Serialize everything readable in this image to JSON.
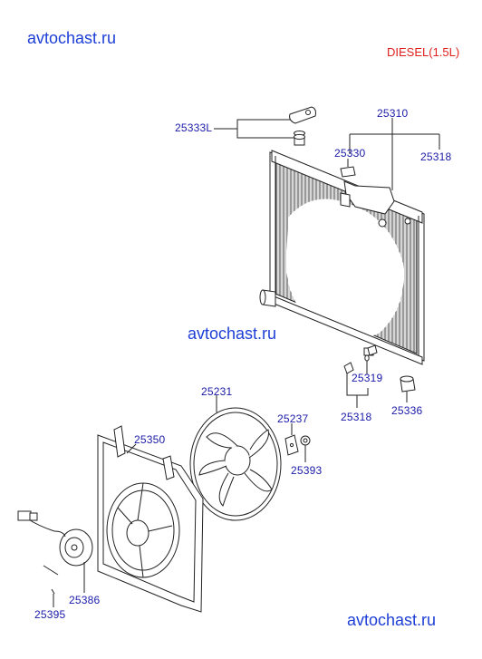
{
  "watermarks": {
    "top_left": "avtochast.ru",
    "middle": "avtochast.ru",
    "bottom_right": "avtochast.ru"
  },
  "variant_label": "DIESEL(1.5L)",
  "part_labels": {
    "p25333L": "25333L",
    "p25310": "25310",
    "p25330": "25330",
    "p25318_top": "25318",
    "p25319": "25319",
    "p25318_bottom": "25318",
    "p25336": "25336",
    "p25231": "25231",
    "p25237": "25237",
    "p25393": "25393",
    "p25350": "25350",
    "p25386": "25386",
    "p25395": "25395"
  },
  "colors": {
    "label": "#1a1aa8",
    "watermark": "#1d3fd6",
    "variant": "#e0201c",
    "line": "#222222"
  }
}
